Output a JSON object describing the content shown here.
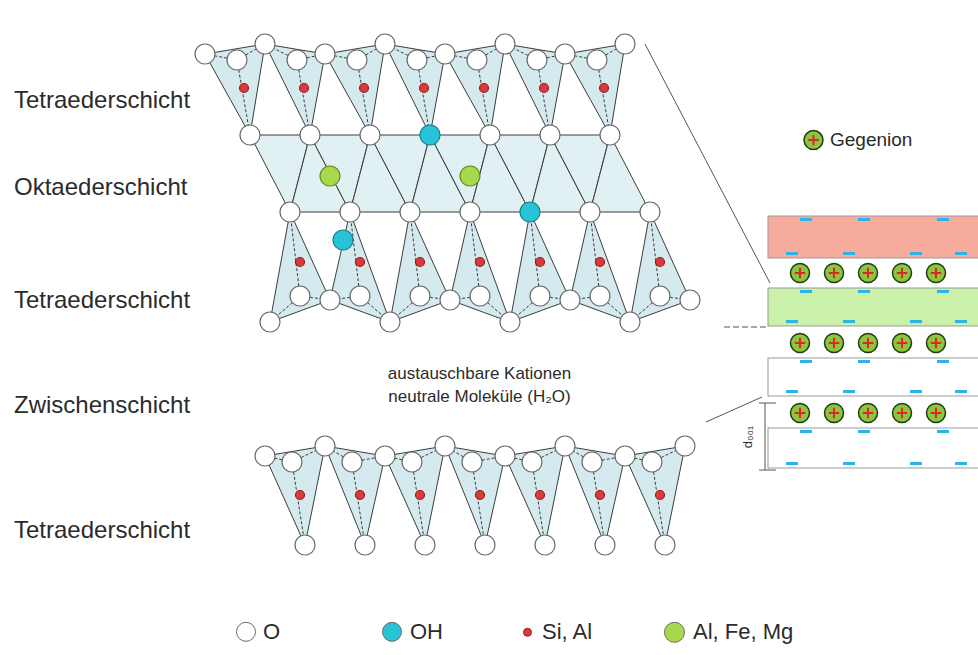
{
  "diagram": {
    "labels": [
      "Tetraederschicht",
      "Oktaederschicht",
      "Tetraederschicht",
      "Zwischenschicht",
      "austauschbare Kationen neutrale Moleküle (H₂O)",
      "Tetraederschicht",
      "d₀₀₁"
    ],
    "legend": [
      {
        "text": "Gegenion"
      },
      {
        "text": "O",
        "color": "#ffffff"
      },
      {
        "text": "OH",
        "color": "#27c3d6"
      },
      {
        "text": "Si, Al",
        "color": "#d93a3a"
      },
      {
        "text": "Al, Fe, Mg",
        "color": "#a9d84c"
      }
    ]
  }
}
